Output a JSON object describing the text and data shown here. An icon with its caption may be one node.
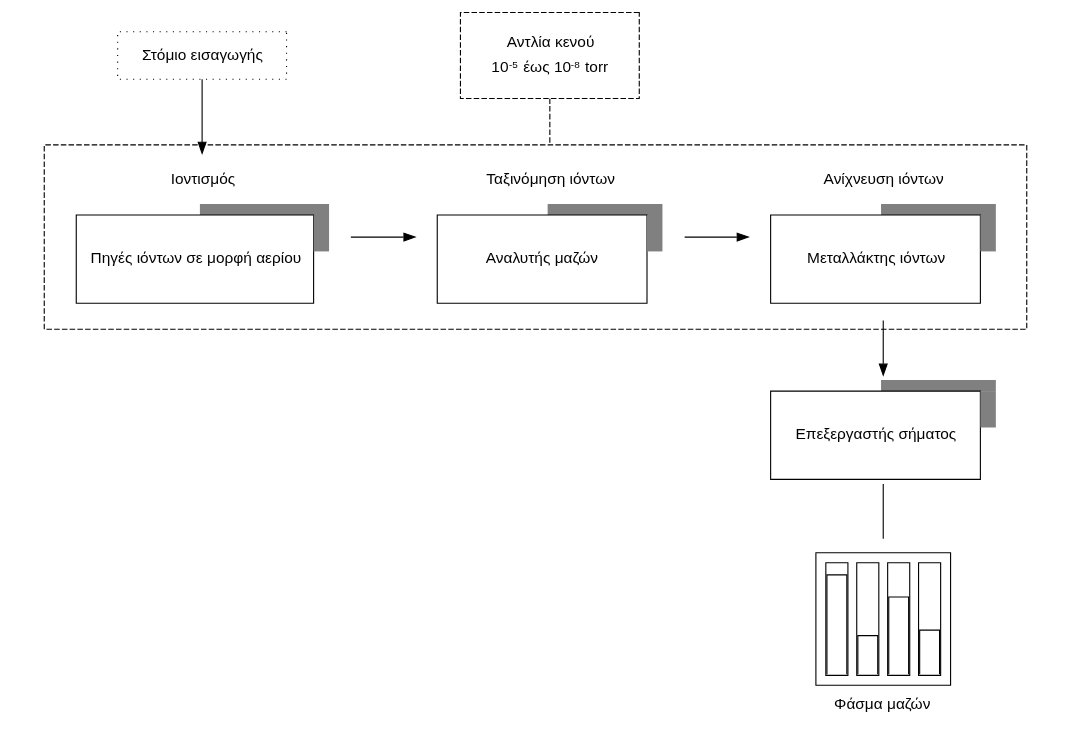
{
  "diagram": {
    "nodes": [
      {
        "text": [],
        "shape": "box"
      },
      {
        "text": [
          "Ιοντισμός",
          "Πηγές ιόντων σε μορφή αερίου"
        ],
        "in": 0
      },
      {
        "text": [
          "Ταξινόμηση ιόντων",
          "Αναλυτής μαζών"
        ],
        "in": 0
      },
      {
        "text": [
          "Ανίχνευση ιόντων",
          "Μεταλλάκτης ιόντων"
        ],
        "in": 0
      },
      {
        "text": [
          "Στόμιο εισαγωγής"
        ]
      },
      {
        "text": [
          "Αντλία κενού",
          "10$^{-5}$ έως 10$^{-8}$ torr"
        ]
      },
      {
        "text": [
          "Επεξεργαστής σήματος"
        ]
      },
      {
        "text": [],
        "shape": "picture",
        "beside": [
          "Φάσμα μαζών"
        ]
      }
    ],
    "edges": [
      {
        "from": 4,
        "to": 1,
        "arrow": "to"
      },
      {
        "from": 1,
        "to": 2,
        "arrow": "to"
      },
      {
        "from": 2,
        "to": 3,
        "arrow": "to"
      },
      {
        "from": 3,
        "to": 6,
        "arrow": "to"
      },
      {
        "from": 6,
        "to": 7,
        "arrow": "none"
      },
      {
        "from": 5,
        "to": 0,
        "arrow": "none",
        "style": "dashed"
      }
    ]
  }
}
